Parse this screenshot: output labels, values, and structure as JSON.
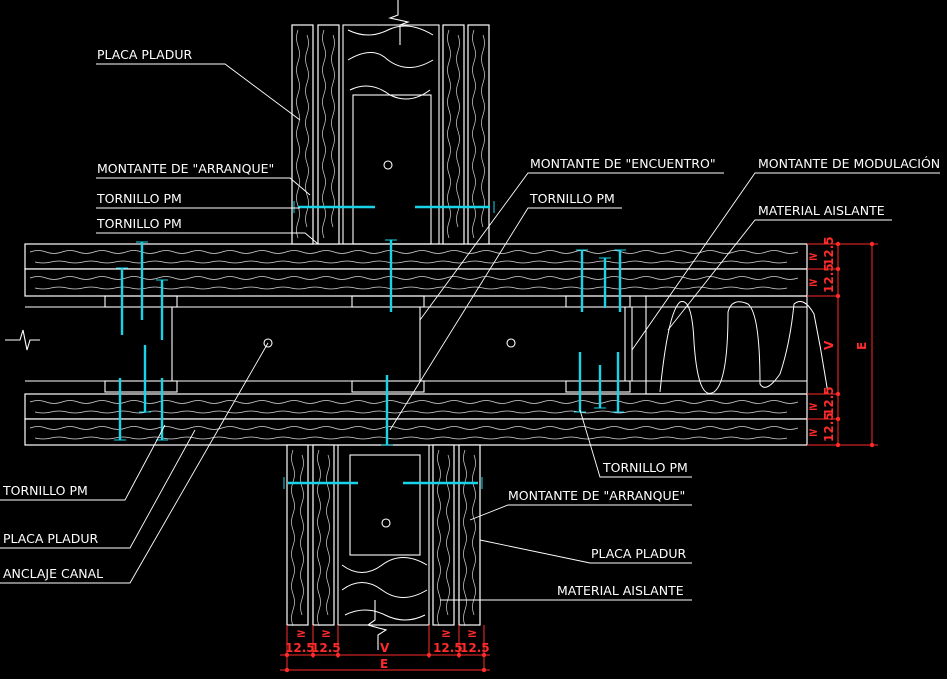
{
  "labels": {
    "placa_pladur_top": "PLACA PLADUR",
    "montante_arranque_top": "MONTANTE DE \"ARRANQUE\"",
    "tornillo_pm_1": "TORNILLO PM",
    "tornillo_pm_2": "TORNILLO PM",
    "montante_encuentro": "MONTANTE DE \"ENCUENTRO\"",
    "tornillo_pm_3": "TORNILLO PM",
    "montante_modulacion": "MONTANTE DE MODULACIÓN",
    "material_aislante_right": "MATERIAL AISLANTE",
    "tornillo_pm_right": "TORNILLO PM",
    "tornillo_pm_left": "TORNILLO PM",
    "placa_pladur_left": "PLACA PLADUR",
    "anclaje_canal": "ANCLAJE CANAL",
    "montante_arranque_bottom": "MONTANTE DE \"ARRANQUE\"",
    "placa_pladur_bottom": "PLACA PLADUR",
    "material_aislante_bottom": "MATERIAL AISLANTE"
  },
  "dimensions": {
    "right_12_5_a": "12.5",
    "right_12_5_b": "12.5",
    "right_v": "V",
    "right_e": "E",
    "right_12_5_c": "12.5",
    "right_12_5_d": "12.5",
    "bottom_12_5_a": "12.5",
    "bottom_12_5_b": "12.5",
    "bottom_v": "V",
    "bottom_12_5_c": "12.5",
    "bottom_12_5_d": "12.5",
    "bottom_e": "E"
  },
  "colors": {
    "background": "#000000",
    "lines": "#ffffff",
    "screws": "#19d4e8",
    "dimensions": "#ff2a2a"
  }
}
